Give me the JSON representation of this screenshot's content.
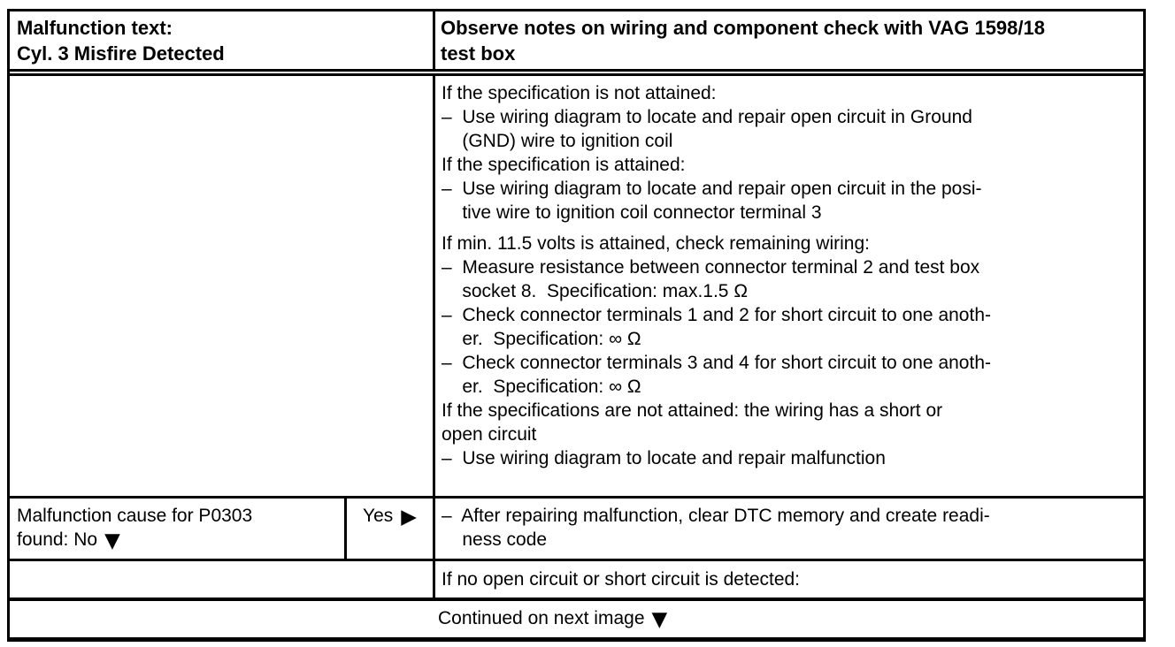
{
  "document": {
    "colors": {
      "ink": "#000000",
      "paper": "#ffffff"
    },
    "header": {
      "malfunction_label": "Malfunction text:\nCyl. 3 Misfire Detected",
      "notes": "Observe notes on wiring and component check with VAG 1598/18\ntest box"
    },
    "procedure": {
      "para1": "If the specification is not attained:\n–  Use wiring diagram to locate and repair open circuit in Ground\n    (GND) wire to ignition coil\nIf the specification is attained:\n–  Use wiring diagram to locate and repair open circuit in the posi-\n    tive wire to ignition coil connector terminal 3",
      "para2": "If min. 11.5 volts is attained, check remaining wiring:\n–  Measure resistance between connector terminal 2 and test box\n    socket 8.  Specification: max.1.5 Ω\n–  Check connector terminals 1 and 2 for short circuit to one anoth-\n    er.  Specification: ∞ Ω\n–  Check connector terminals 3 and 4 for short circuit to one anoth-\n    er.  Specification: ∞ Ω\nIf the specifications are not attained: the wiring has a short or\nopen circuit\n–  Use wiring diagram to locate and repair malfunction"
    },
    "decision": {
      "cause_text": "Malfunction cause for P0303\nfound: No",
      "down_icon": "▼",
      "yes_label": "Yes",
      "right_icon": "▶",
      "action": "–  After repairing malfunction, clear DTC memory and create readi-\n    ness code"
    },
    "no_fault": "If no open circuit or short circuit is detected:",
    "footer": {
      "text": "Continued on next image",
      "down_icon": "▼"
    }
  }
}
